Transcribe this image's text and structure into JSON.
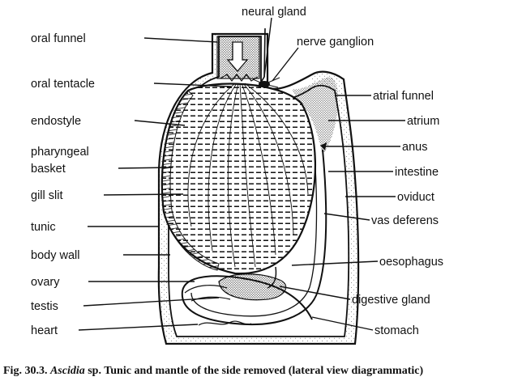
{
  "labels_left": {
    "oral_funnel": "oral funnel",
    "oral_tentacle": "oral tentacle",
    "endostyle": "endostyle",
    "pharyngeal_1": "pharyngeal",
    "pharyngeal_2": "basket",
    "gill_slit": "gill slit",
    "tunic": "tunic",
    "body_wall": "body wall",
    "ovary": "ovary",
    "testis": "testis",
    "heart": "heart"
  },
  "labels_top": {
    "neural_gland": "neural gland",
    "nerve_ganglion": "nerve ganglion"
  },
  "labels_right": {
    "atrial_funnel": "atrial funnel",
    "atrium": "atrium",
    "anus": "anus",
    "intestine": "intestine",
    "oviduct": "oviduct",
    "vas_deferens": "vas deferens",
    "oesophagus": "oesophagus",
    "digestive_gland": "digestive gland",
    "stomach": "stomach"
  },
  "caption": {
    "figure_no": "Fig. 30.3.",
    "genus": "Ascidia",
    "rest": "sp. Tunic and mantle of the side removed (lateral view diagrammatic)"
  }
}
